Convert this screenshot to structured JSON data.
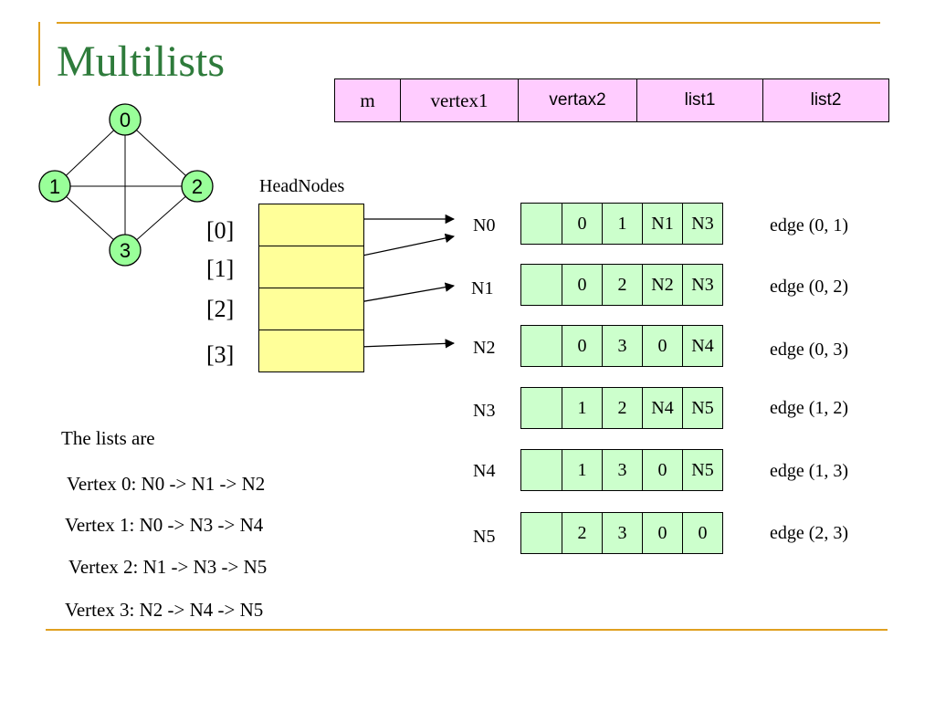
{
  "title": "Multilists",
  "node_layout": {
    "fields": [
      "m",
      "vertex1",
      "vertax2",
      "list1",
      "list2"
    ]
  },
  "graph": {
    "vertices": [
      "0",
      "1",
      "2",
      "3"
    ],
    "edges": [
      [
        "0",
        "1"
      ],
      [
        "0",
        "2"
      ],
      [
        "1",
        "3"
      ],
      [
        "2",
        "3"
      ],
      [
        "1",
        "2"
      ],
      [
        "0",
        "3"
      ]
    ]
  },
  "head_nodes": {
    "label": "HeadNodes",
    "indices": [
      "[0]",
      "[1]",
      "[2]",
      "[3]"
    ]
  },
  "edge_nodes": [
    {
      "name": "N0",
      "m": "",
      "v1": "0",
      "v2": "1",
      "list1": "N1",
      "list2": "N3",
      "edge": "edge (0, 1)"
    },
    {
      "name": "N1",
      "m": "",
      "v1": "0",
      "v2": "2",
      "list1": "N2",
      "list2": "N3",
      "edge": "edge (0, 2)"
    },
    {
      "name": "N2",
      "m": "",
      "v1": "0",
      "v2": "3",
      "list1": "0",
      "list2": "N4",
      "edge": "edge (0, 3)"
    },
    {
      "name": "N3",
      "m": "",
      "v1": "1",
      "v2": "2",
      "list1": "N4",
      "list2": "N5",
      "edge": "edge (1, 2)"
    },
    {
      "name": "N4",
      "m": "",
      "v1": "1",
      "v2": "3",
      "list1": "0",
      "list2": "N5",
      "edge": "edge (1, 3)"
    },
    {
      "name": "N5",
      "m": "",
      "v1": "2",
      "v2": "3",
      "list1": "0",
      "list2": "0",
      "edge": "edge (2, 3)"
    }
  ],
  "lists": {
    "heading": "The lists are",
    "items": [
      "Vertex 0: N0 -> N1 -> N2",
      "Vertex 1: N0 -> N3 -> N4",
      "Vertex 2: N1 -> N3 -> N5",
      "Vertex 3: N2 -> N4 -> N5"
    ]
  },
  "colors": {
    "title": "#2e7b3b",
    "rule": "#e0a020",
    "node_layout_fill": "#ffccff",
    "head_fill": "#ffff99",
    "edge_node_fill": "#ccffcc",
    "graph_vertex_fill": "#99ff99"
  }
}
